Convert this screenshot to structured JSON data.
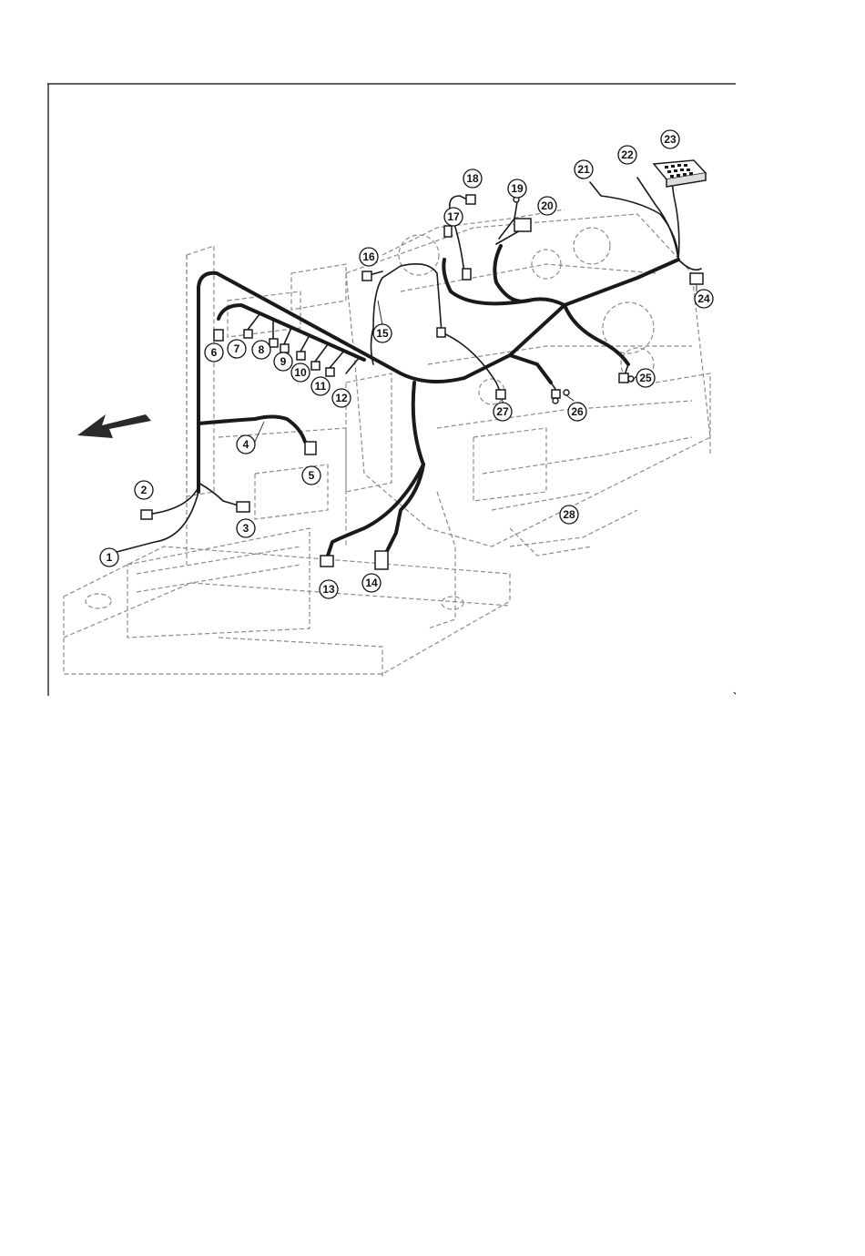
{
  "diagram": {
    "callouts": [
      "1",
      "2",
      "3",
      "4",
      "5",
      "6",
      "7",
      "8",
      "9",
      "10",
      "11",
      "12",
      "13",
      "14",
      "15",
      "16",
      "17",
      "18",
      "19",
      "20",
      "21",
      "22",
      "23",
      "24",
      "25",
      "26",
      "27",
      "28"
    ]
  },
  "colors": {
    "harness": "#1a1a1a",
    "dashed_outline": "#8a8a8a",
    "frame": "#000000"
  },
  "icons": {
    "direction_arrow": "front-direction-arrow-icon"
  }
}
